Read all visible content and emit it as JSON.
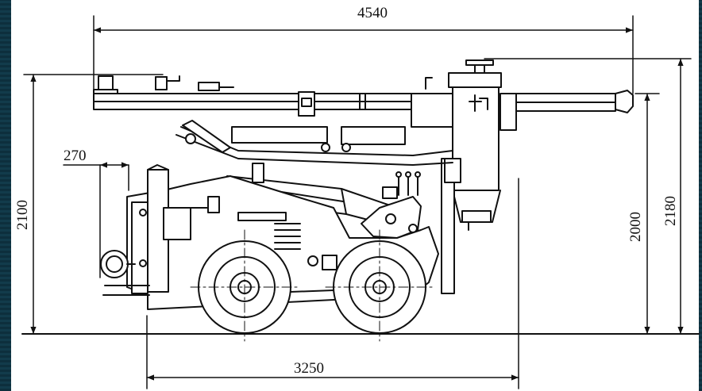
{
  "dimensions": {
    "overall_length": "4540",
    "hood_offset": "270",
    "overall_height": "2100",
    "wheelbase": "3250",
    "boom_height": "2000",
    "max_height": "2180"
  },
  "colors": {
    "background": "#0f3442",
    "paper": "#ffffff",
    "line": "#111111"
  }
}
